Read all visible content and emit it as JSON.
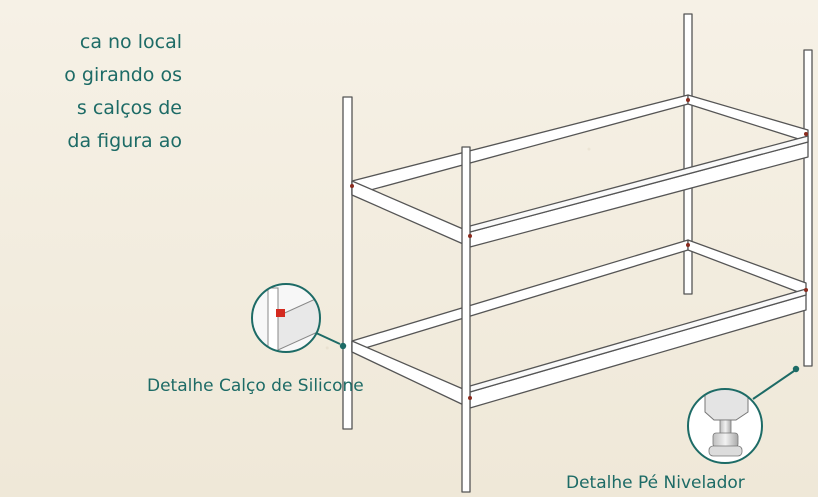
{
  "instructions": {
    "lines": [
      "ca  no  local",
      "o girando os",
      "s  calços  de",
      "da figura ao"
    ]
  },
  "callouts": {
    "silicone_label": "Detalhe Calço de Silicone",
    "foot_label": "Detalhe Pé Nivelador"
  },
  "colors": {
    "accent": "#1d6b66",
    "background": "#f4efe2",
    "silicone_pad": "#d42a1f",
    "frame_stroke": "#555555",
    "frame_fill": "#ffffff"
  }
}
